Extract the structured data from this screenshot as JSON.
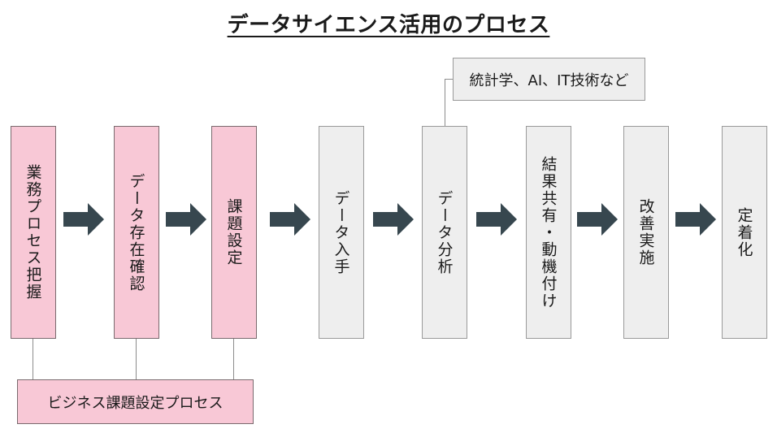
{
  "title": "データサイエンス活用のプロセス",
  "steps": [
    {
      "label": "業務プロセス把握",
      "style": "pink"
    },
    {
      "label": "データ存在確認",
      "style": "pink"
    },
    {
      "label": "課題設定",
      "style": "pink"
    },
    {
      "label": "データ入手",
      "style": "gray"
    },
    {
      "label": "データ分析",
      "style": "gray"
    },
    {
      "label": "結果共有・動機付け",
      "style": "gray"
    },
    {
      "label": "改善実施",
      "style": "gray"
    },
    {
      "label": "定着化",
      "style": "gray"
    }
  ],
  "bracket_label": "ビジネス課題設定プロセス",
  "callout_label": "統計学、AI、IT技術など",
  "colors": {
    "pink": "#f8c8d6",
    "gray": "#eeeeee",
    "arrow": "#37474f"
  }
}
